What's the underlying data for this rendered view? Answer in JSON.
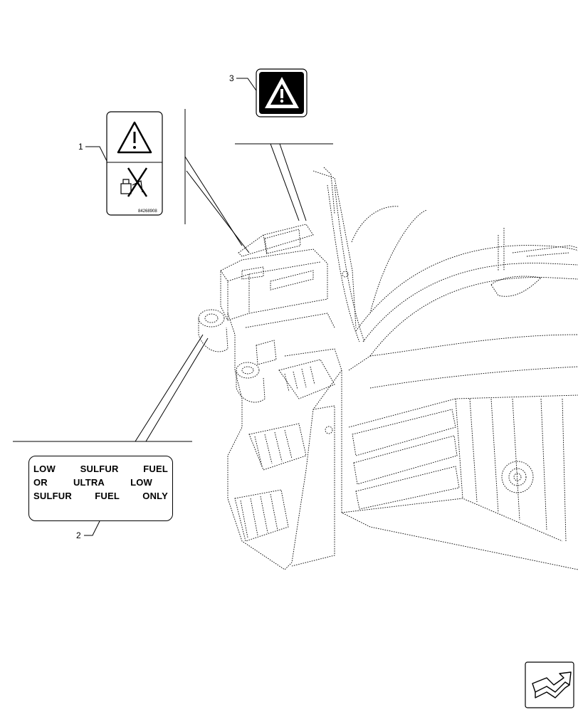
{
  "callouts": {
    "item1": "1",
    "item2": "2",
    "item3": "3"
  },
  "decal1": {
    "part_code": "84268908",
    "top_icon": "warning-triangle-icon",
    "bottom_icon": "no-refuel-with-engine-running-icon"
  },
  "decal2": {
    "line1": [
      "LOW",
      "SULFUR",
      "FUEL"
    ],
    "line2": [
      "OR",
      "ULTRA",
      "LOW"
    ],
    "line3": [
      "SULFUR",
      "FUEL",
      "ONLY"
    ]
  },
  "decal3": {
    "icon": "warning-triangle-icon"
  },
  "nav_icon": "next-page-arrow-icon",
  "colors": {
    "line": "#000000",
    "background": "#ffffff"
  }
}
